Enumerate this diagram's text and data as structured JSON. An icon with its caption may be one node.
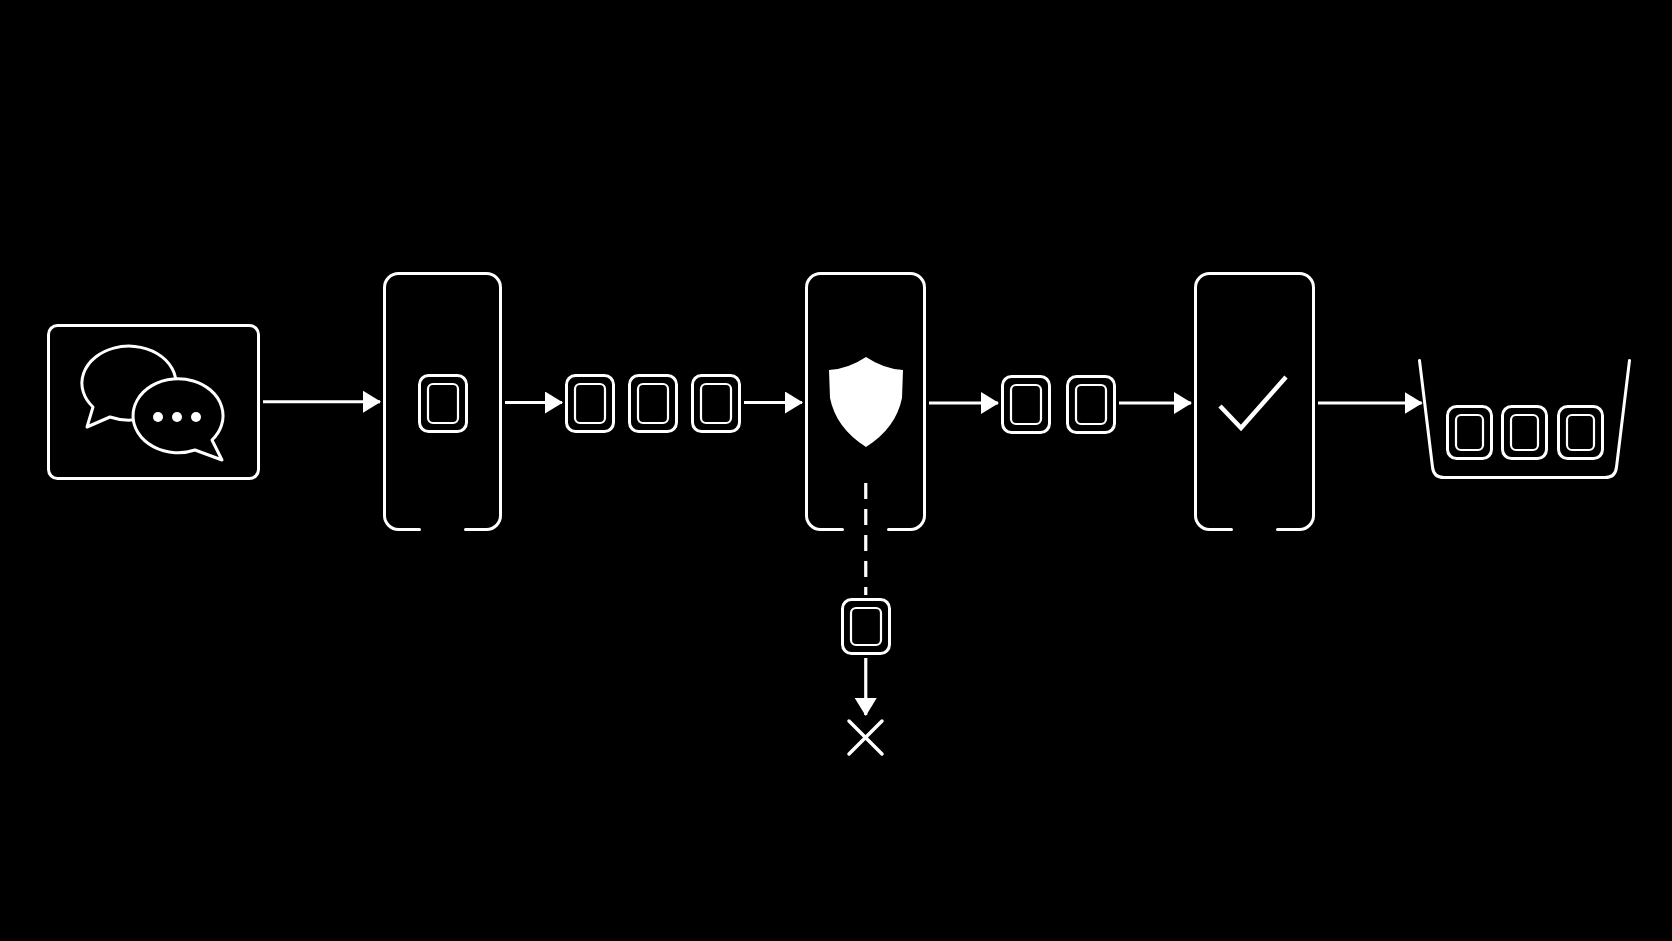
{
  "diagram": {
    "nodes": [
      {
        "text": [],
        "shape": "box"
      },
      {
        "text": [],
        "shape": "box"
      },
      {
        "text": [],
        "shape": "box",
        "in": 1
      },
      {
        "text": [],
        "shape": "box"
      },
      {
        "text": [],
        "shape": "box"
      },
      {
        "text": [],
        "shape": "box"
      },
      {
        "text": [],
        "shape": "box"
      },
      {
        "text": [],
        "shape": "box"
      },
      {
        "text": [],
        "shape": "cross"
      },
      {
        "text": [],
        "shape": "box"
      },
      {
        "text": [],
        "shape": "box"
      },
      {
        "text": [],
        "shape": "box"
      },
      {
        "text": [],
        "shape": "bin"
      },
      {
        "text": [],
        "shape": "box",
        "in": 12
      },
      {
        "text": [],
        "shape": "box",
        "in": 12
      },
      {
        "text": [],
        "shape": "box",
        "in": 12
      }
    ],
    "edges": [
      {
        "from": 0,
        "to": 1,
        "arrow": "to"
      },
      {
        "from": 1,
        "to": 3,
        "arrow": "to"
      },
      {
        "from": 5,
        "to": 6,
        "arrow": "to"
      },
      {
        "from": 6,
        "to": 9,
        "arrow": "to"
      },
      {
        "from": 10,
        "to": 11,
        "arrow": "to"
      },
      {
        "from": 11,
        "to": 12,
        "arrow": "to"
      },
      {
        "from": 6,
        "to": 7,
        "arrow": "none",
        "style": "dashed"
      },
      {
        "from": 7,
        "to": 8,
        "arrow": "to"
      }
    ]
  }
}
